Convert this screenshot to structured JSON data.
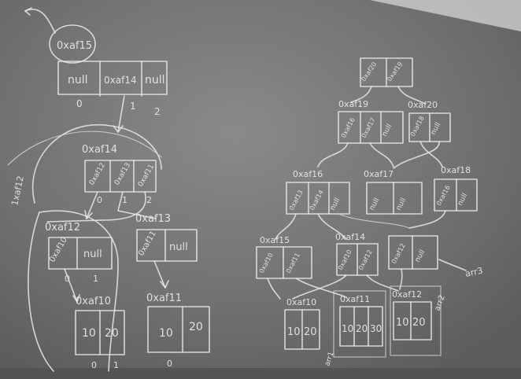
{
  "left": {
    "root": {
      "label": "0xaf15",
      "cells": [
        "null",
        "0xaf14",
        "null"
      ],
      "indices": [
        "0",
        "1",
        "2"
      ]
    },
    "n14": {
      "label": "0xaf14",
      "cells": [
        "0xaf12",
        "0xaf13",
        "0xaf11"
      ],
      "indices": [
        "0",
        "1",
        "2"
      ]
    },
    "n12": {
      "label": "0xaf12",
      "cells": [
        "0xaf10",
        "null"
      ],
      "indices": [
        "0",
        "1"
      ]
    },
    "n13": {
      "label": "0xaf13",
      "cells": [
        "0xaf11",
        "null"
      ]
    },
    "n10": {
      "label": "0xaf10",
      "cells": [
        "10",
        "20"
      ],
      "indices": [
        "0",
        "1"
      ]
    },
    "n11": {
      "label": "0xaf11",
      "cells": [
        "10",
        "20"
      ],
      "indices": [
        "0"
      ]
    },
    "side_label": "1xaf12"
  },
  "right": {
    "root": {
      "cells": [
        "0xaf20",
        "0xaf19"
      ]
    },
    "n19": {
      "label": "0xaf19",
      "cells": [
        "0xaf16",
        "0xaf17",
        "null"
      ]
    },
    "n20": {
      "label": "0xaf20",
      "cells": [
        "0xaf18",
        "null"
      ]
    },
    "n16": {
      "label": "0xaf16",
      "cells": [
        "0xaf13",
        "0xaf14",
        "null"
      ]
    },
    "n17": {
      "label": "0xaf17",
      "cells": [
        "null",
        "null"
      ]
    },
    "n18": {
      "label": "0xaf18",
      "cells": [
        "0xaf16",
        "null"
      ]
    },
    "n15": {
      "label": "0xaf15",
      "cells": [
        "0xaf10",
        "0xaf11"
      ]
    },
    "n14": {
      "label": "0xaf14",
      "cells": [
        "0xaf10",
        "0xaf12"
      ]
    },
    "n16b": {
      "cells": [
        "0xaf12",
        "null"
      ]
    },
    "a10": {
      "label": "0xaf10",
      "cells": [
        "10",
        "20"
      ]
    },
    "a11": {
      "label": "0xaf11",
      "cells": [
        "10",
        "20",
        "30"
      ]
    },
    "a12": {
      "label": "0xaf12",
      "cells": [
        "10",
        "20"
      ]
    },
    "note_arr3": "arr3",
    "note_arr2": "arr2",
    "note_arr1": "arr1"
  }
}
